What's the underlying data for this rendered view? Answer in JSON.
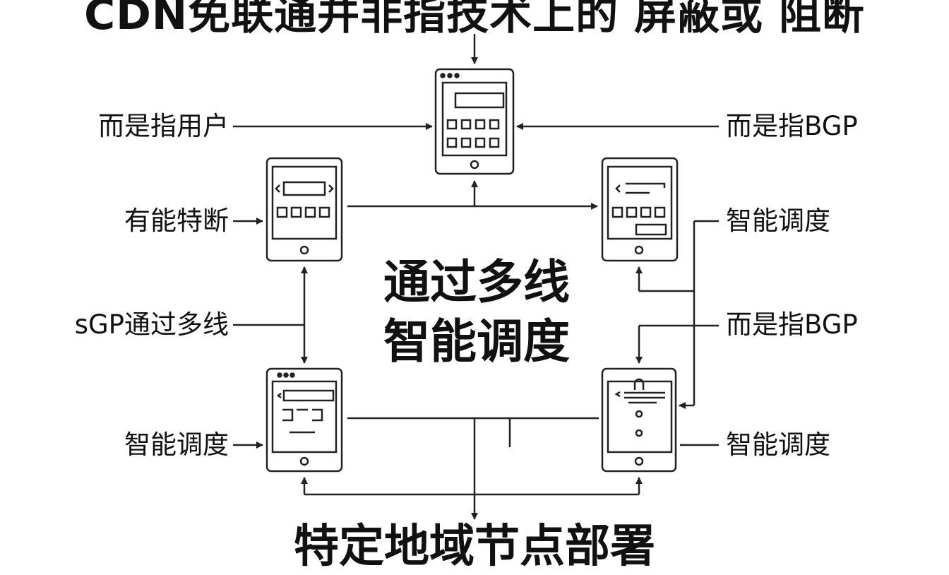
{
  "title_top": "CDN免联通并非指技术上的 屏蔽或 阻断",
  "title_bottom": "特定地域节点部署",
  "center": {
    "line1": "通过多线",
    "line2": "智能调度"
  },
  "labels": {
    "left_top": "而是指用户",
    "right_top": "而是指BGP",
    "left_mid": "有能特断",
    "right_mid": "智能调度",
    "left_lower": "sGP通过多线",
    "right_lower": "而是指BGP",
    "left_bottom": "智能调度",
    "right_bottom": "智能调度"
  },
  "colors": {
    "stroke": "#222222",
    "text": "#111111",
    "background": "#ffffff"
  }
}
